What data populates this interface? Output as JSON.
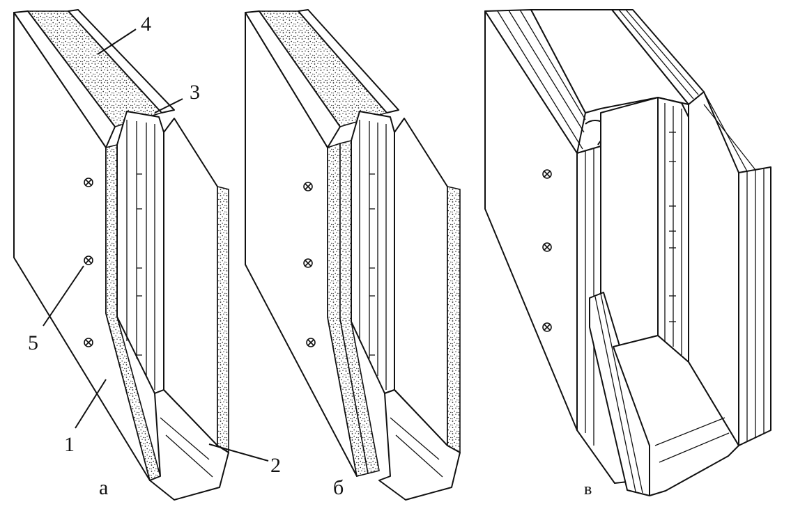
{
  "panels": [
    {
      "id": "a",
      "caption": "а"
    },
    {
      "id": "b",
      "caption": "б"
    },
    {
      "id": "v",
      "caption": "в"
    }
  ],
  "callouts": {
    "c1": "1",
    "c2": "2",
    "c3": "3",
    "c4": "4",
    "c5": "5"
  }
}
